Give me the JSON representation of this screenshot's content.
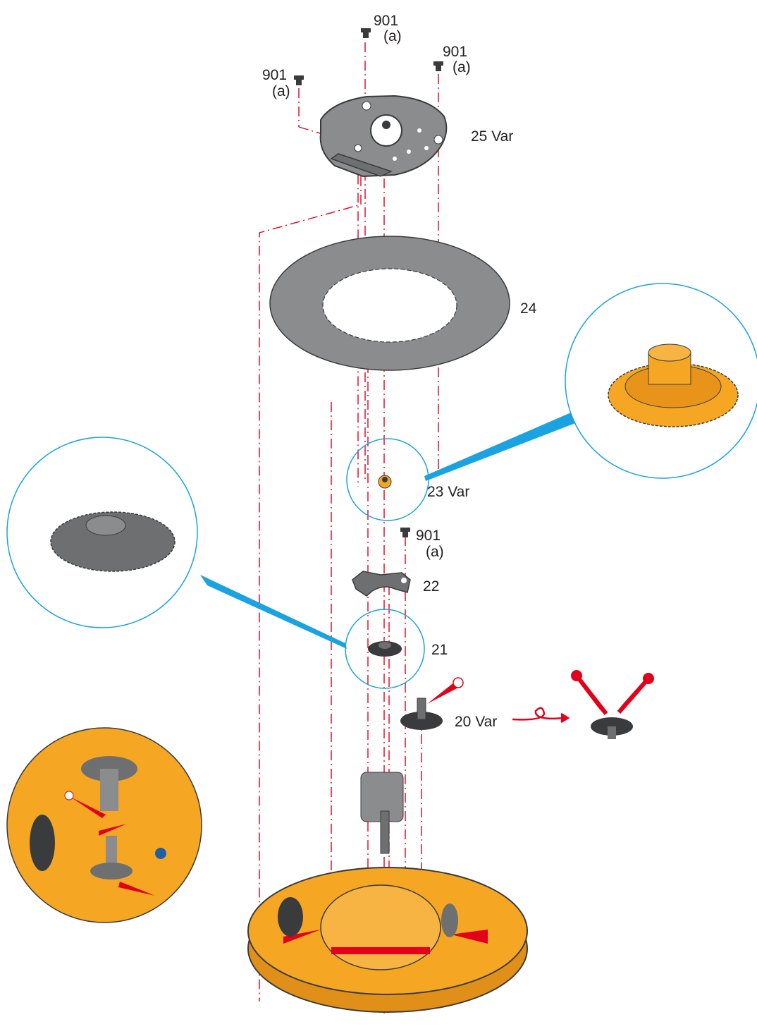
{
  "labels": {
    "p901_top": {
      "num": "901",
      "sub": "(a)"
    },
    "p901_right": {
      "num": "901",
      "sub": "(a)"
    },
    "p901_left": {
      "num": "901",
      "sub": "(a)"
    },
    "p25": "25 Var",
    "p24": "24",
    "p23": "23 Var",
    "p901_mid": {
      "num": "901",
      "sub": "(a)"
    },
    "p22": "22",
    "p21": "21",
    "p20": "20 Var"
  },
  "colors": {
    "leader_red": "#e2001a",
    "callout_blue": "#1aa3e0",
    "plate_gray": "#8a8c8e",
    "dark_part": "#3a3b3d",
    "movement_orange": "#f5a623",
    "lube_red": "#e2001a"
  },
  "icons": [
    "screw-icon",
    "lubrication-drop-icon",
    "rotation-arrow-icon"
  ]
}
